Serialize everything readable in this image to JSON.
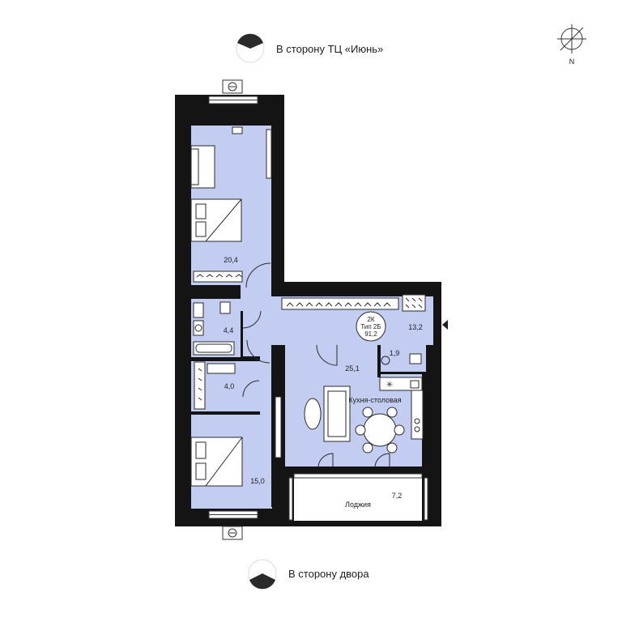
{
  "orientation": {
    "top_label": "В сторону ТЦ «Июнь»",
    "bottom_label": "В сторону двора",
    "compass_letter": "N",
    "compass_icon": "compass-icon",
    "direction_icon": "half-circle-direction-icon"
  },
  "apartment": {
    "type": "2К",
    "plan": "Тип 2Б",
    "total_area": "91,2"
  },
  "rooms": {
    "bedroom_top": "20,4",
    "bathroom": "4,4",
    "wardrobe": "4,0",
    "bedroom_bottom": "15,0",
    "hall": "13,2",
    "wc": "1,9",
    "kitchen_area": "25,1",
    "kitchen_name": "Кухня-столовая",
    "loggia_area": "7,2",
    "loggia_name": "Лоджия"
  },
  "colors": {
    "room_fill": "#c3cdf2",
    "wall": "#141414",
    "loggia_fill": "#ffffff"
  }
}
